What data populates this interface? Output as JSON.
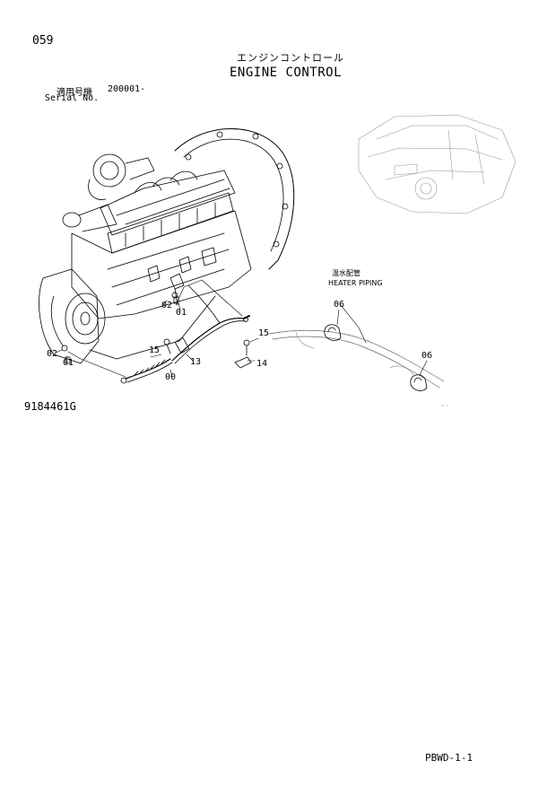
{
  "page_number": "059",
  "title_japanese": "エンジンコントロール",
  "title_english": "ENGINE CONTROL",
  "serial_label_japanese": "適用号機",
  "serial_value": "200001-",
  "serial_label_english": "Serial No.",
  "drawing_number": "9184461G",
  "footer_code": "PBWD-1-1",
  "heater_label_japanese": "温水配管",
  "heater_label_english": "HEATER PIPING",
  "callouts": {
    "c02a": "02",
    "c01a": "01",
    "c02b": "02",
    "c01b": "01",
    "c15a": "15",
    "c13": "13",
    "c00": "00",
    "c15b": "15",
    "c14": "14",
    "c06a": "06",
    "c06b": "06"
  }
}
